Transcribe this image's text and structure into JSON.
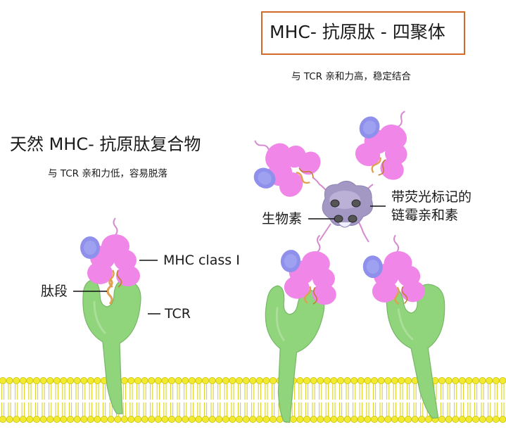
{
  "tetramer": {
    "title": "MHC- 抗原肽 - 四聚体",
    "subtitle": "与 TCR 亲和力高，稳定结合",
    "labels": {
      "streptavidin_line1": "带荧光标记的",
      "streptavidin_line2": "链霉亲和素",
      "biotin": "生物素"
    }
  },
  "native_complex": {
    "title": "天然 MHC- 抗原肽复合物",
    "subtitle": "与 TCR 亲和力低，容易脱落",
    "labels": {
      "mhc": "MHC class I",
      "peptide": "肽段",
      "tcr": "TCR"
    }
  },
  "colors": {
    "title_border": "#d26a2a",
    "mhc_pink": "#f086e8",
    "b2m_blue": "#8f90ec",
    "tcr_green": "#90d47c",
    "streptavidin_purple": "#a398c4",
    "peptide_orange": "#e0a050",
    "membrane_yellow": "#f1ea2e"
  }
}
